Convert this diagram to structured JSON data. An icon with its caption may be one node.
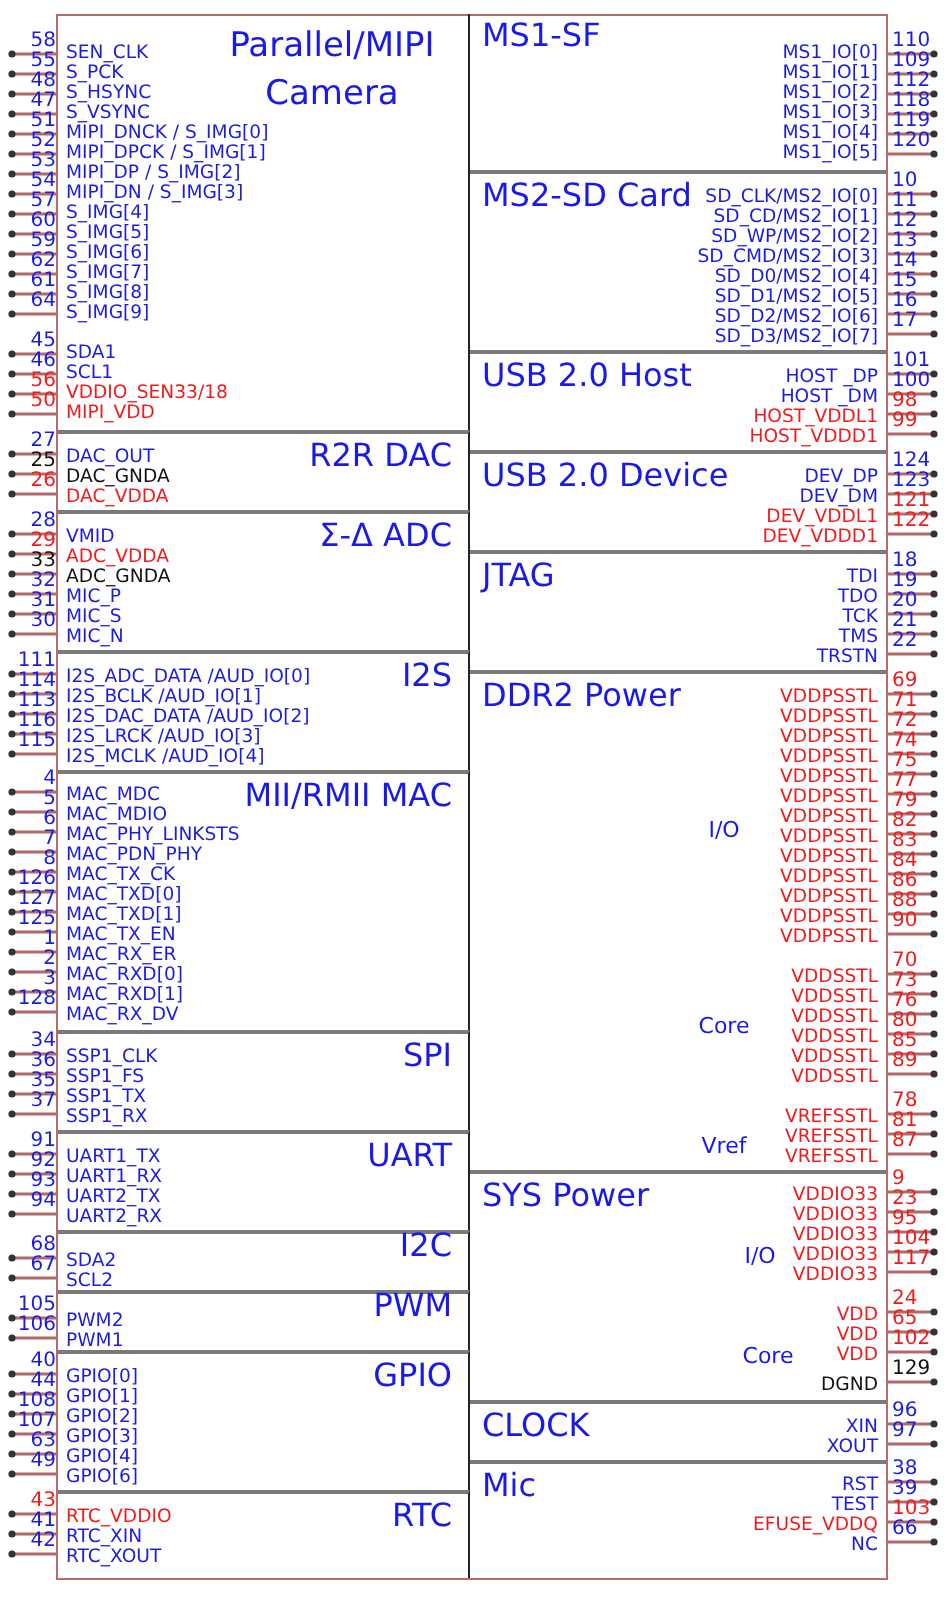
{
  "diagram": {
    "nodes": [
      {
        "text": [],
        "shape": "box"
      },
      {
        "text": [
          "Parallel/MIPI Camera",
          "SEN_CLK",
          "S_PCK",
          "S_HSYNC",
          "S_VSYNC",
          "MIPI_DNCK / S_IMG[0]",
          "MIPI_DPCK / S_IMG[1]",
          "MIPI_DP / S_IMG[2]",
          "MIPI_DN / S_IMG[3]",
          "S_IMG[4]",
          "S_IMG[5]",
          "S_IMG[6]",
          "S_IMG[7]",
          "S_IMG[8]",
          "S_IMG[9]",
          "SDA1",
          "SCL1",
          "VDDIO_SEN33/18",
          "MIPI_VDD"
        ],
        "beside": [
          "58",
          "55",
          "48",
          "47",
          "51",
          "52",
          "53",
          "54",
          "57",
          "60",
          "59",
          "62",
          "61",
          "64",
          "45",
          "46",
          "56",
          "50"
        ],
        "in": 0
      },
      {
        "text": [
          "R2R DAC",
          "DAC_OUT",
          "DAC_GNDA",
          "DAC_VDDA"
        ],
        "beside": [
          "27",
          "25",
          "26"
        ],
        "in": 0
      },
      {
        "text": [
          "Σ-Δ ADC",
          "VMID",
          "ADC_VDDA",
          "ADC_GNDA",
          "MIC_P",
          "MIC_S",
          "MIC_N"
        ],
        "beside": [
          "28",
          "29",
          "33",
          "32",
          "31",
          "30"
        ],
        "in": 0
      },
      {
        "text": [
          "I2S",
          "I2S_ADC_DATA /AUD_IO[0]",
          "I2S_BCLK /AUD_IO[1]",
          "I2S_DAC_DATA /AUD_IO[2]",
          "I2S_LRCK /AUD_IO[3]",
          "I2S_MCLK /AUD_IO[4]"
        ],
        "beside": [
          "111",
          "114",
          "113",
          "116",
          "115"
        ],
        "in": 0
      },
      {
        "text": [
          "MII/RMII MAC",
          "MAC_MDC",
          "MAC_MDIO",
          "MAC_PHY_LINKSTS",
          "MAC_PDN_PHY",
          "MAC_TX_CK",
          "MAC_TXD[0]",
          "MAC_TXD[1]",
          "MAC_TX_EN",
          "MAC_RX_ER",
          "MAC_RXD[0]",
          "MAC_RXD[1]",
          "MAC_RX_DV"
        ],
        "beside": [
          "4",
          "5",
          "6",
          "7",
          "8",
          "126",
          "127",
          "125",
          "1",
          "2",
          "3",
          "128"
        ],
        "in": 0
      },
      {
        "text": [
          "SPI",
          "SSP1_CLK",
          "SSP1_FS",
          "SSP1_TX",
          "SSP1_RX"
        ],
        "beside": [
          "34",
          "36",
          "35",
          "37"
        ],
        "in": 0
      },
      {
        "text": [
          "UART",
          "UART1_TX",
          "UART1_RX",
          "UART2_TX",
          "UART2_RX"
        ],
        "beside": [
          "91",
          "92",
          "93",
          "94"
        ],
        "in": 0
      },
      {
        "text": [
          "I2C",
          "SDA2",
          "SCL2"
        ],
        "beside": [
          "68",
          "67"
        ],
        "in": 0
      },
      {
        "text": [
          "PWM",
          "PWM2",
          "PWM1"
        ],
        "beside": [
          "105",
          "106"
        ],
        "in": 0
      },
      {
        "text": [
          "GPIO",
          "GPIO[0]",
          "GPIO[1]",
          "GPIO[2]",
          "GPIO[3]",
          "GPIO[4]",
          "GPIO[6]"
        ],
        "beside": [
          "40",
          "44",
          "108",
          "107",
          "63",
          "49"
        ],
        "in": 0
      },
      {
        "text": [
          "RTC",
          "RTC_VDDIO",
          "RTC_XIN",
          "RTC_XOUT"
        ],
        "beside": [
          "43",
          "41",
          "42"
        ],
        "in": 0
      },
      {
        "text": [
          "MS1-SF",
          "MS1_IO[0]",
          "MS1_IO[1]",
          "MS1_IO[2]",
          "MS1_IO[3]",
          "MS1_IO[4]",
          "MS1_IO[5]"
        ],
        "beside": [
          "110",
          "109",
          "112",
          "118",
          "119",
          "120"
        ],
        "in": 0
      },
      {
        "text": [
          "MS2-SD Card",
          "SD_CLK/MS2_IO[0]",
          "SD_CD/MS2_IO[1]",
          "SD_WP/MS2_IO[2]",
          "SD_CMD/MS2_IO[3]",
          "SD_D0/MS2_IO[4]",
          "SD_D1/MS2_IO[5]",
          "SD_D2/MS2_IO[6]",
          "SD_D3/MS2_IO[7]"
        ],
        "beside": [
          "10",
          "11",
          "12",
          "13",
          "14",
          "15",
          "16",
          "17"
        ],
        "in": 0
      },
      {
        "text": [
          "USB 2.0 Host",
          "HOST _DP",
          "HOST _DM",
          "HOST_VDDL1",
          "HOST_VDDD1"
        ],
        "beside": [
          "101",
          "100",
          "98",
          "99"
        ],
        "in": 0
      },
      {
        "text": [
          "USB 2.0 Device",
          "DEV_DP",
          "DEV_DM",
          "DEV_VDDL1",
          "DEV_VDDD1"
        ],
        "beside": [
          "124",
          "123",
          "121",
          "122"
        ],
        "in": 0
      },
      {
        "text": [
          "JTAG",
          "TDI",
          "TDO",
          "TCK",
          "TMS",
          "TRSTN"
        ],
        "beside": [
          "18",
          "19",
          "20",
          "21",
          "22"
        ],
        "in": 0
      },
      {
        "text": [
          "DDR2 Power",
          "VDDPSSTL",
          "VDDPSSTL",
          "VDDPSSTL",
          "VDDPSSTL",
          "VDDPSSTL",
          "VDDPSSTL",
          "VDDPSSTL",
          "VDDPSSTL",
          "VDDPSSTL",
          "VDDPSSTL",
          "VDDPSSTL",
          "VDDPSSTL",
          "VDDPSSTL",
          "VDDSSTL",
          "VDDSSTL",
          "VDDSSTL",
          "VDDSSTL",
          "VDDSSTL",
          "VDDSSTL",
          "VREFSSTL",
          "VREFSSTL",
          "VREFSSTL",
          "I/O",
          "Core",
          "Vref"
        ],
        "beside": [
          "69",
          "71",
          "72",
          "74",
          "75",
          "77",
          "79",
          "82",
          "83",
          "84",
          "86",
          "88",
          "90",
          "70",
          "73",
          "76",
          "80",
          "85",
          "89",
          "78",
          "81",
          "87"
        ],
        "in": 0
      },
      {
        "text": [
          "SYS Power",
          "VDDIO33",
          "VDDIO33",
          "VDDIO33",
          "VDDIO33",
          "VDDIO33",
          "VDD",
          "VDD",
          "VDD",
          "DGND",
          "I/O",
          "Core"
        ],
        "beside": [
          "9",
          "23",
          "95",
          "104",
          "117",
          "24",
          "65",
          "102",
          "129"
        ],
        "in": 0
      },
      {
        "text": [
          "CLOCK",
          "XIN",
          "XOUT"
        ],
        "beside": [
          "96",
          "97"
        ],
        "in": 0
      },
      {
        "text": [
          "Mic",
          "RST",
          "TEST",
          "EFUSE_VDDQ",
          "NC"
        ],
        "beside": [
          "38",
          "39",
          "103",
          "66"
        ],
        "in": 0
      }
    ]
  }
}
